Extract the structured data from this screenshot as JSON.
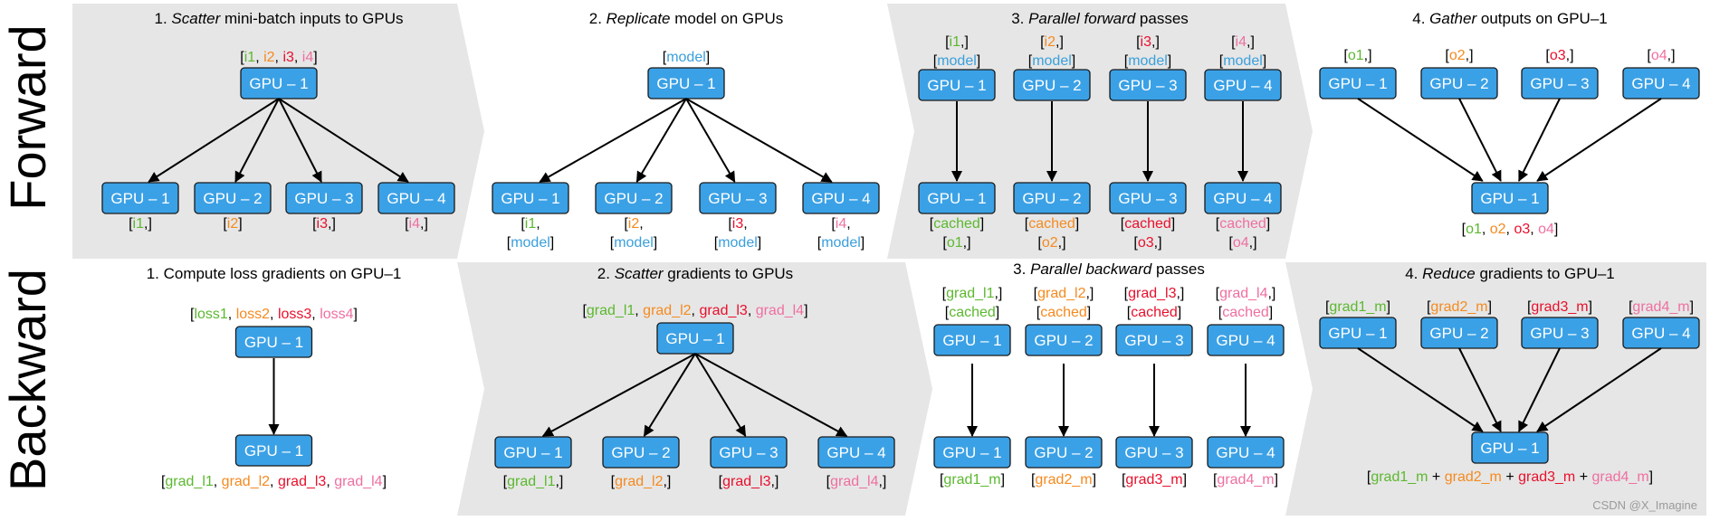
{
  "colors": {
    "green": "#5cb82f",
    "orange": "#f58a1f",
    "red": "#e8102c",
    "pink": "#ef6fa0",
    "blue": "#3a9fdc",
    "node_fill": "#3ba1e6",
    "node_stroke": "#1a1a1a",
    "panel_gray": "#e6e6e6"
  },
  "row_labels": {
    "forward": "Forward",
    "backward": "Backward"
  },
  "watermark": "CSDN @X_Imagine",
  "node_label": "GPU – 1",
  "forward": [
    {
      "title": [
        {
          "t": "1. "
        },
        {
          "t": "Scatter",
          "i": true
        },
        {
          "t": " mini-batch inputs to GPUs"
        }
      ],
      "top_label": [
        [
          {
            "t": "["
          },
          {
            "t": "i1",
            "c": "green"
          },
          {
            "t": ", "
          },
          {
            "t": "i2",
            "c": "orange"
          },
          {
            "t": ", "
          },
          {
            "t": "i3",
            "c": "red"
          },
          {
            "t": ", "
          },
          {
            "t": "i4",
            "c": "pink"
          },
          {
            "t": "]"
          }
        ]
      ],
      "top_node": "GPU – 1",
      "bottom_nodes": [
        "GPU – 1",
        "GPU – 2",
        "GPU – 3",
        "GPU – 4"
      ],
      "bottom_labels": [
        [
          [
            {
              "t": "["
            },
            {
              "t": "i1",
              "c": "green"
            },
            {
              "t": ",]"
            }
          ]
        ],
        [
          [
            {
              "t": "["
            },
            {
              "t": "i2",
              "c": "orange"
            },
            {
              "t": "]"
            }
          ]
        ],
        [
          [
            {
              "t": "["
            },
            {
              "t": "i3",
              "c": "red"
            },
            {
              "t": ",]"
            }
          ]
        ],
        [
          [
            {
              "t": "["
            },
            {
              "t": "i4",
              "c": "pink"
            },
            {
              "t": ",]"
            }
          ]
        ]
      ]
    },
    {
      "title": [
        {
          "t": "2. "
        },
        {
          "t": "Replicate",
          "i": true
        },
        {
          "t": " model on GPUs"
        }
      ],
      "top_label": [
        [
          {
            "t": "["
          },
          {
            "t": "model",
            "c": "blue"
          },
          {
            "t": "]"
          }
        ]
      ],
      "top_node": "GPU – 1",
      "bottom_nodes": [
        "GPU – 1",
        "GPU – 2",
        "GPU – 3",
        "GPU – 4"
      ],
      "bottom_labels": [
        [
          [
            {
              "t": "["
            },
            {
              "t": "i1",
              "c": "green"
            },
            {
              "t": ","
            }
          ],
          [
            {
              "t": "["
            },
            {
              "t": "model",
              "c": "blue"
            },
            {
              "t": "]"
            }
          ]
        ],
        [
          [
            {
              "t": "["
            },
            {
              "t": "i2",
              "c": "orange"
            },
            {
              "t": ","
            }
          ],
          [
            {
              "t": "["
            },
            {
              "t": "model",
              "c": "blue"
            },
            {
              "t": "]"
            }
          ]
        ],
        [
          [
            {
              "t": "["
            },
            {
              "t": "i3",
              "c": "red"
            },
            {
              "t": ","
            }
          ],
          [
            {
              "t": "["
            },
            {
              "t": "model",
              "c": "blue"
            },
            {
              "t": "]"
            }
          ]
        ],
        [
          [
            {
              "t": "["
            },
            {
              "t": "i4",
              "c": "pink"
            },
            {
              "t": ","
            }
          ],
          [
            {
              "t": "["
            },
            {
              "t": "model",
              "c": "blue"
            },
            {
              "t": "]"
            }
          ]
        ]
      ]
    },
    {
      "title": [
        {
          "t": "3. "
        },
        {
          "t": "Parallel forward",
          "i": true
        },
        {
          "t": " passes"
        }
      ],
      "top_nodes": [
        "GPU – 1",
        "GPU – 2",
        "GPU – 3",
        "GPU – 4"
      ],
      "top_labels": [
        [
          [
            {
              "t": "["
            },
            {
              "t": "i1",
              "c": "green"
            },
            {
              "t": ",]"
            }
          ],
          [
            {
              "t": "["
            },
            {
              "t": "model",
              "c": "blue"
            },
            {
              "t": "]"
            }
          ]
        ],
        [
          [
            {
              "t": "["
            },
            {
              "t": "i2",
              "c": "orange"
            },
            {
              "t": ",]"
            }
          ],
          [
            {
              "t": "["
            },
            {
              "t": "model",
              "c": "blue"
            },
            {
              "t": "]"
            }
          ]
        ],
        [
          [
            {
              "t": "["
            },
            {
              "t": "i3",
              "c": "red"
            },
            {
              "t": ",]"
            }
          ],
          [
            {
              "t": "["
            },
            {
              "t": "model",
              "c": "blue"
            },
            {
              "t": "]"
            }
          ]
        ],
        [
          [
            {
              "t": "["
            },
            {
              "t": "i4",
              "c": "pink"
            },
            {
              "t": ",]"
            }
          ],
          [
            {
              "t": "["
            },
            {
              "t": "model",
              "c": "blue"
            },
            {
              "t": "]"
            }
          ]
        ]
      ],
      "bottom_nodes": [
        "GPU – 1",
        "GPU – 2",
        "GPU – 3",
        "GPU – 4"
      ],
      "bottom_labels": [
        [
          [
            {
              "t": "["
            },
            {
              "t": "cached",
              "c": "green"
            },
            {
              "t": "]"
            }
          ],
          [
            {
              "t": "["
            },
            {
              "t": "o1",
              "c": "green"
            },
            {
              "t": ",]"
            }
          ]
        ],
        [
          [
            {
              "t": "["
            },
            {
              "t": "cached",
              "c": "orange"
            },
            {
              "t": "]"
            }
          ],
          [
            {
              "t": "["
            },
            {
              "t": "o2",
              "c": "orange"
            },
            {
              "t": ",]"
            }
          ]
        ],
        [
          [
            {
              "t": "["
            },
            {
              "t": "cached",
              "c": "red"
            },
            {
              "t": "]"
            }
          ],
          [
            {
              "t": "["
            },
            {
              "t": "o3",
              "c": "red"
            },
            {
              "t": ",]"
            }
          ]
        ],
        [
          [
            {
              "t": "["
            },
            {
              "t": "cached",
              "c": "pink"
            },
            {
              "t": "]"
            }
          ],
          [
            {
              "t": "["
            },
            {
              "t": "o4",
              "c": "pink"
            },
            {
              "t": ",]"
            }
          ]
        ]
      ]
    },
    {
      "title": [
        {
          "t": "4. "
        },
        {
          "t": "Gather",
          "i": true
        },
        {
          "t": " outputs on GPU–1"
        }
      ],
      "top_nodes": [
        "GPU – 1",
        "GPU – 2",
        "GPU – 3",
        "GPU – 4"
      ],
      "top_labels": [
        [
          [
            {
              "t": "["
            },
            {
              "t": "o1",
              "c": "green"
            },
            {
              "t": ",]"
            }
          ]
        ],
        [
          [
            {
              "t": "["
            },
            {
              "t": "o2",
              "c": "orange"
            },
            {
              "t": ",]"
            }
          ]
        ],
        [
          [
            {
              "t": "["
            },
            {
              "t": "o3",
              "c": "red"
            },
            {
              "t": ",]"
            }
          ]
        ],
        [
          [
            {
              "t": "["
            },
            {
              "t": "o4",
              "c": "pink"
            },
            {
              "t": ",]"
            }
          ]
        ]
      ],
      "bottom_node": "GPU – 1",
      "bottom_label": [
        [
          {
            "t": "["
          },
          {
            "t": "o1",
            "c": "green"
          },
          {
            "t": ", "
          },
          {
            "t": "o2",
            "c": "orange"
          },
          {
            "t": ", "
          },
          {
            "t": "o3",
            "c": "red"
          },
          {
            "t": ", "
          },
          {
            "t": "o4",
            "c": "pink"
          },
          {
            "t": "]"
          }
        ]
      ]
    }
  ],
  "backward": [
    {
      "title": [
        {
          "t": "1. Compute loss gradients on GPU–1"
        }
      ],
      "top_label": [
        [
          {
            "t": "["
          },
          {
            "t": "loss1",
            "c": "green"
          },
          {
            "t": ", "
          },
          {
            "t": "loss2",
            "c": "orange"
          },
          {
            "t": ", "
          },
          {
            "t": "loss3",
            "c": "red"
          },
          {
            "t": ", "
          },
          {
            "t": "loss4",
            "c": "pink"
          },
          {
            "t": "]"
          }
        ]
      ],
      "top_node": "GPU – 1",
      "bottom_node": "GPU – 1",
      "bottom_label": [
        [
          {
            "t": "["
          },
          {
            "t": "grad_l1",
            "c": "green"
          },
          {
            "t": ", "
          },
          {
            "t": "grad_l2",
            "c": "orange"
          },
          {
            "t": ", "
          },
          {
            "t": "grad_l3",
            "c": "red"
          },
          {
            "t": ", "
          },
          {
            "t": "grad_l4",
            "c": "pink"
          },
          {
            "t": "]"
          }
        ]
      ]
    },
    {
      "title": [
        {
          "t": "2. "
        },
        {
          "t": "Scatter",
          "i": true
        },
        {
          "t": " gradients to GPUs"
        }
      ],
      "top_label": [
        [
          {
            "t": "["
          },
          {
            "t": "grad_l1",
            "c": "green"
          },
          {
            "t": ", "
          },
          {
            "t": "grad_l2",
            "c": "orange"
          },
          {
            "t": ", "
          },
          {
            "t": "grad_l3",
            "c": "red"
          },
          {
            "t": ", "
          },
          {
            "t": "grad_l4",
            "c": "pink"
          },
          {
            "t": "]"
          }
        ]
      ],
      "top_node": "GPU – 1",
      "bottom_nodes": [
        "GPU – 1",
        "GPU – 2",
        "GPU – 3",
        "GPU – 4"
      ],
      "bottom_labels": [
        [
          [
            {
              "t": "["
            },
            {
              "t": "grad_l1",
              "c": "green"
            },
            {
              "t": ",]"
            }
          ]
        ],
        [
          [
            {
              "t": "["
            },
            {
              "t": "grad_l2",
              "c": "orange"
            },
            {
              "t": ",]"
            }
          ]
        ],
        [
          [
            {
              "t": "["
            },
            {
              "t": "grad_l3",
              "c": "red"
            },
            {
              "t": ",]"
            }
          ]
        ],
        [
          [
            {
              "t": "["
            },
            {
              "t": "grad_l4",
              "c": "pink"
            },
            {
              "t": ",]"
            }
          ]
        ]
      ]
    },
    {
      "title": [
        {
          "t": "3. "
        },
        {
          "t": "Parallel backward",
          "i": true
        },
        {
          "t": " passes"
        }
      ],
      "top_nodes": [
        "GPU – 1",
        "GPU – 2",
        "GPU – 3",
        "GPU – 4"
      ],
      "top_labels": [
        [
          [
            {
              "t": "["
            },
            {
              "t": "grad_l1",
              "c": "green"
            },
            {
              "t": ",]"
            }
          ],
          [
            {
              "t": "["
            },
            {
              "t": "cached",
              "c": "green"
            },
            {
              "t": "]"
            }
          ]
        ],
        [
          [
            {
              "t": "["
            },
            {
              "t": "grad_l2",
              "c": "orange"
            },
            {
              "t": ",]"
            }
          ],
          [
            {
              "t": "["
            },
            {
              "t": "cached",
              "c": "orange"
            },
            {
              "t": "]"
            }
          ]
        ],
        [
          [
            {
              "t": "["
            },
            {
              "t": "grad_l3",
              "c": "red"
            },
            {
              "t": ",]"
            }
          ],
          [
            {
              "t": "["
            },
            {
              "t": "cached",
              "c": "red"
            },
            {
              "t": "]"
            }
          ]
        ],
        [
          [
            {
              "t": "["
            },
            {
              "t": "grad_l4",
              "c": "pink"
            },
            {
              "t": ",]"
            }
          ],
          [
            {
              "t": "["
            },
            {
              "t": "cached",
              "c": "pink"
            },
            {
              "t": "]"
            }
          ]
        ]
      ],
      "bottom_nodes": [
        "GPU – 1",
        "GPU – 2",
        "GPU – 3",
        "GPU – 4"
      ],
      "bottom_labels": [
        [
          [
            {
              "t": "["
            },
            {
              "t": "grad1_m",
              "c": "green"
            },
            {
              "t": "]"
            }
          ]
        ],
        [
          [
            {
              "t": "["
            },
            {
              "t": "grad2_m",
              "c": "orange"
            },
            {
              "t": "]"
            }
          ]
        ],
        [
          [
            {
              "t": "["
            },
            {
              "t": "grad3_m",
              "c": "red"
            },
            {
              "t": "]"
            }
          ]
        ],
        [
          [
            {
              "t": "["
            },
            {
              "t": "grad4_m",
              "c": "pink"
            },
            {
              "t": "]"
            }
          ]
        ]
      ]
    },
    {
      "title": [
        {
          "t": "4. "
        },
        {
          "t": "Reduce",
          "i": true
        },
        {
          "t": " gradients to GPU–1"
        }
      ],
      "top_nodes": [
        "GPU – 1",
        "GPU – 2",
        "GPU – 3",
        "GPU – 4"
      ],
      "top_labels": [
        [
          [
            {
              "t": "["
            },
            {
              "t": "grad1_m",
              "c": "green"
            },
            {
              "t": "]"
            }
          ]
        ],
        [
          [
            {
              "t": "["
            },
            {
              "t": "grad2_m",
              "c": "orange"
            },
            {
              "t": "]"
            }
          ]
        ],
        [
          [
            {
              "t": "["
            },
            {
              "t": "grad3_m",
              "c": "red"
            },
            {
              "t": "]"
            }
          ]
        ],
        [
          [
            {
              "t": "["
            },
            {
              "t": "grad4_m",
              "c": "pink"
            },
            {
              "t": "]"
            }
          ]
        ]
      ],
      "bottom_node": "GPU – 1",
      "bottom_label": [
        [
          {
            "t": "["
          },
          {
            "t": "grad1_m",
            "c": "green"
          },
          {
            "t": " + "
          },
          {
            "t": "grad2_m",
            "c": "orange"
          },
          {
            "t": " + "
          },
          {
            "t": "grad3_m",
            "c": "red"
          },
          {
            "t": " + "
          },
          {
            "t": "grad4_m",
            "c": "pink"
          },
          {
            "t": "]"
          }
        ]
      ]
    }
  ]
}
